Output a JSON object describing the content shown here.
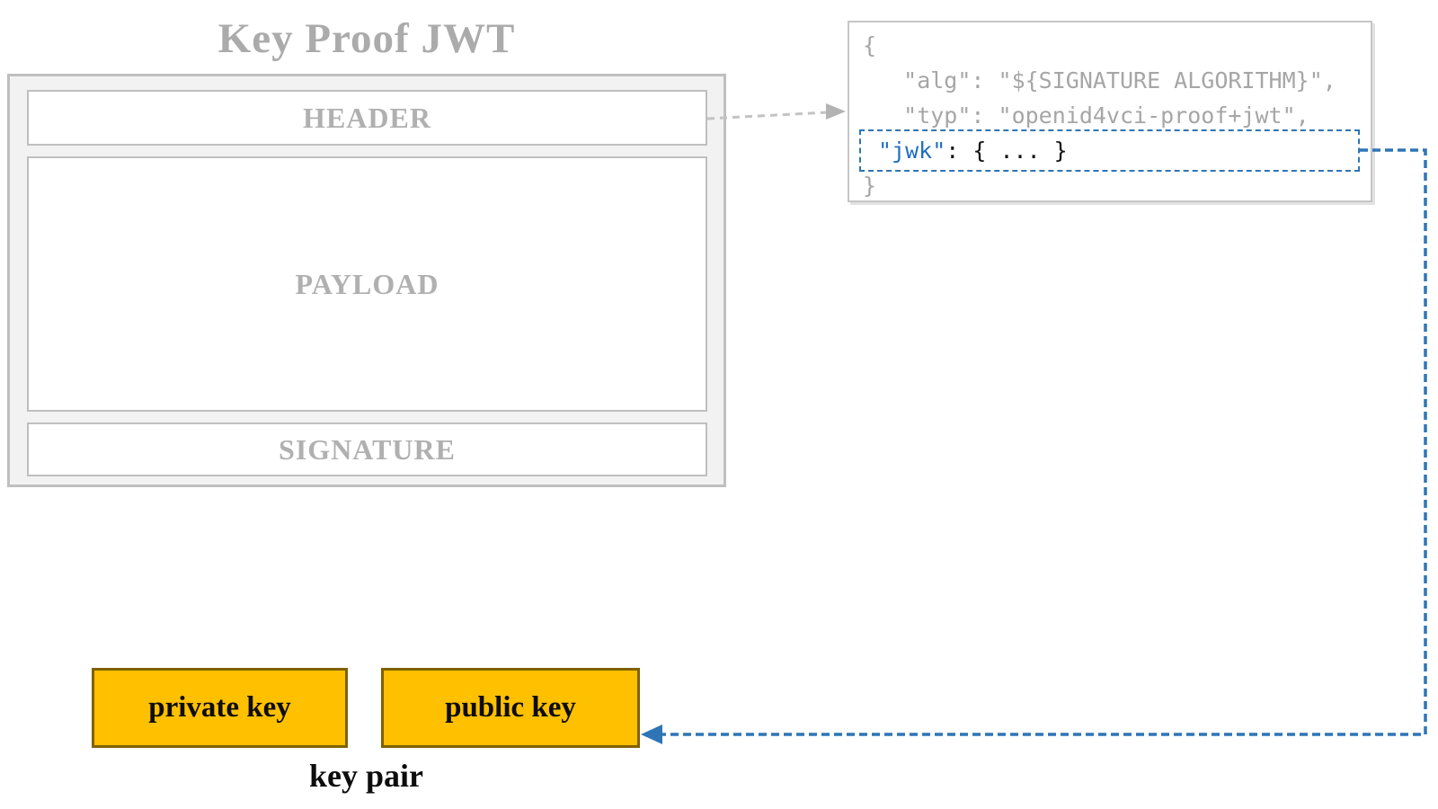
{
  "jwt": {
    "title": "Key Proof JWT",
    "header_label": "HEADER",
    "payload_label": "PAYLOAD",
    "signature_label": "SIGNATURE"
  },
  "code": {
    "line_open": "{",
    "line_alg": "   \"alg\": \"${SIGNATURE ALGORITHM}\",",
    "line_typ": "   \"typ\": \"openid4vci-proof+jwt\",",
    "jwk_key": "\"jwk\"",
    "jwk_rest": ": { ... }",
    "line_close": "}"
  },
  "keys": {
    "private_label": "private key",
    "public_label": "public key",
    "pair_label": "key pair"
  },
  "colors": {
    "accent_blue": "#2e75b6",
    "jwk_text_blue": "#1f6fc2",
    "amber_fill": "#ffc000",
    "amber_border": "#806000",
    "gray_text": "#ababab",
    "gray_border": "#bfbfbf",
    "code_gray": "#a6a6a6"
  }
}
